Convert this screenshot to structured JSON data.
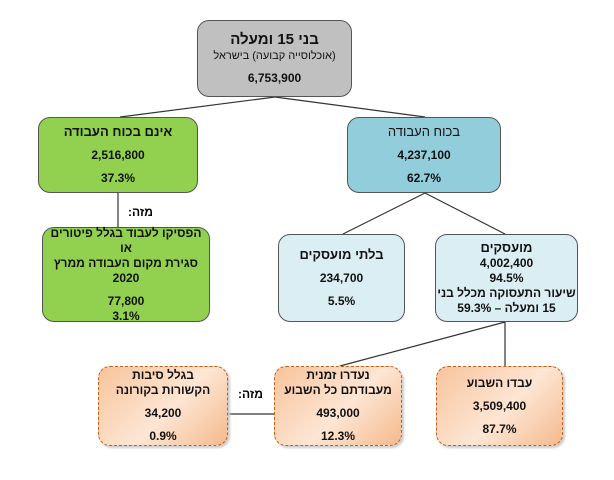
{
  "top": {
    "title": "בני 15 ומעלה",
    "subtitle": "(אוכלוסייה קבועה) בישראל",
    "value": "6,753,900"
  },
  "not_in_labor": {
    "title": "אינם בכוח העבודה",
    "value": "2,516,800",
    "pct": "37.3%"
  },
  "of_which_label": "מזה:",
  "stopped": {
    "line1": "הפסיקו לעבוד בגלל פיטורים או",
    "line2": "סגירת מקום העבודה ממרץ 2020",
    "value": "77,800",
    "pct": "3.1%"
  },
  "labor_force": {
    "title": "בכוח העבודה",
    "value": "4,237,100",
    "pct": "62.7%"
  },
  "unemployed": {
    "title": "בלתי מועסקים",
    "value": "234,700",
    "pct": "5.5%"
  },
  "employed": {
    "title": "מועסקים",
    "value": "4,002,400",
    "pct": "94.5%",
    "note1": "שיעור התעסוקה מכלל בני",
    "note2": "15 ומעלה – 59.3%"
  },
  "worked": {
    "title": "עבדו השבוע",
    "value": "3,509,400",
    "pct": "87.7%"
  },
  "absent": {
    "line1": "נעדרו זמנית",
    "line2": "מעבודתם כל השבוע",
    "value": "493,000",
    "pct": "12.3%"
  },
  "corona": {
    "line1": "בגלל סיבות",
    "line2": "הקשורות בקורונה",
    "value": "34,200",
    "pct": "0.9%"
  }
}
